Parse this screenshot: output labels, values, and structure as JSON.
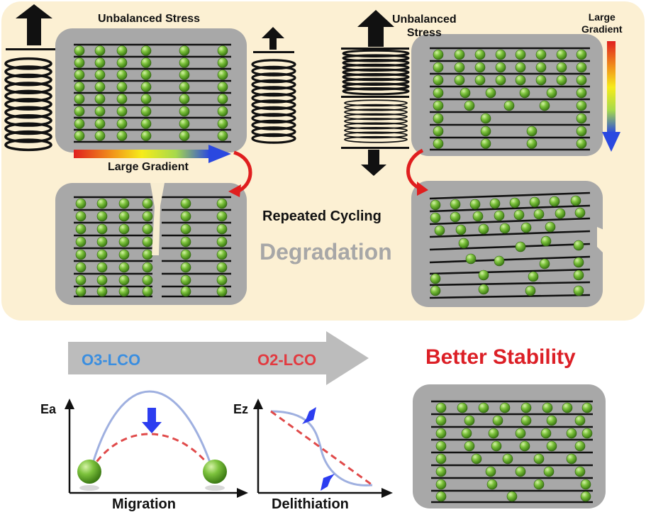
{
  "labels": {
    "stress_left": "Unbalanced Stress",
    "stress_right_line1": "Unbalanced",
    "stress_right_line2": "Stress",
    "large_line1": "Large",
    "large_line2": "Gradient",
    "large_gradient": "Large Gradient",
    "repeated_cycling": "Repeated Cycling",
    "degradation": "Degradation",
    "o3": "O3-LCO",
    "o2": "O2-LCO",
    "better": "Better Stability",
    "ea": "Ea",
    "ez": "Ez",
    "migration": "Migration",
    "delithiation": "Delithiation"
  },
  "colors": {
    "panel_bg": "#fcf0d3",
    "lattice_bg": "#a8a8a8",
    "ball": "#6ab52c",
    "o3": "#3a8ee0",
    "o2": "#e23a40",
    "arrow_gray": "#b9b9b9",
    "curve_blue": "#9fb0e0",
    "curve_red": "#e04a4a",
    "marker_blue": "#2c3df0"
  },
  "icons": [
    "spring-icon",
    "up-arrow-icon",
    "down-arrow-icon",
    "curved-arrow-icon",
    "crack-icon",
    "atom-ball-icon"
  ]
}
